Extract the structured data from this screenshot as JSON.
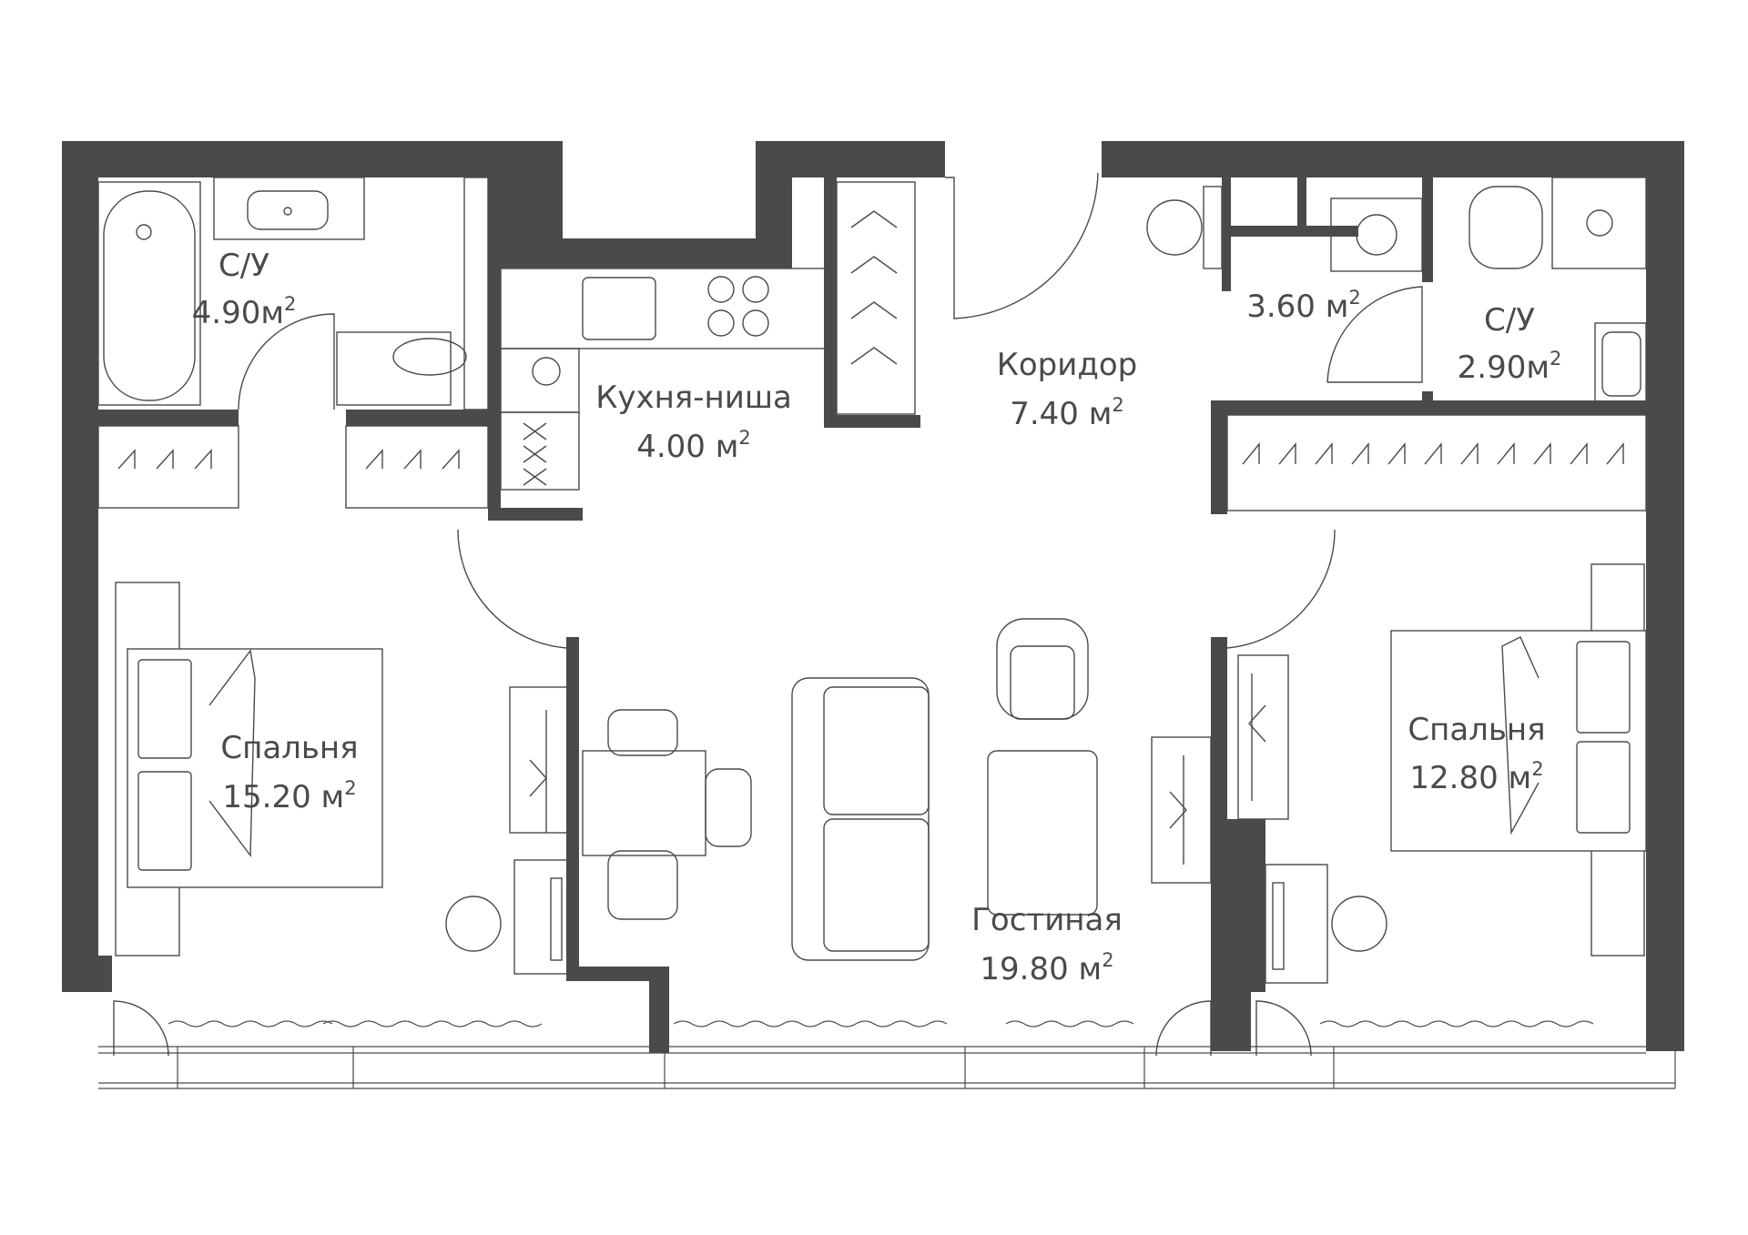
{
  "floor_plan": {
    "rooms": [
      {
        "id": "bath-left",
        "name": "С/У",
        "area": "4.90",
        "unit": "м",
        "exp": "2"
      },
      {
        "id": "kitchen",
        "name": "Кухня-ниша",
        "area": "4.00",
        "unit": " м",
        "exp": "2"
      },
      {
        "id": "corridor",
        "name": "Коридор",
        "area": "7.40",
        "unit": " м",
        "exp": "2"
      },
      {
        "id": "laundry",
        "name": "",
        "area": "3.60",
        "unit": " м",
        "exp": "2"
      },
      {
        "id": "bath-right",
        "name": "С/У",
        "area": "2.90",
        "unit": "м",
        "exp": "2"
      },
      {
        "id": "bedroom-left",
        "name": "Спальня",
        "area": "15.20",
        "unit": " м",
        "exp": "2"
      },
      {
        "id": "living",
        "name": "Гостиная",
        "area": "19.80",
        "unit": " м",
        "exp": "2"
      },
      {
        "id": "bedroom-right",
        "name": "Спальня",
        "area": "12.80",
        "unit": " м",
        "exp": "2"
      }
    ],
    "colors": {
      "walls": "#4a4a4a",
      "lines": "#4a4a4a",
      "background": "#ffffff"
    }
  }
}
